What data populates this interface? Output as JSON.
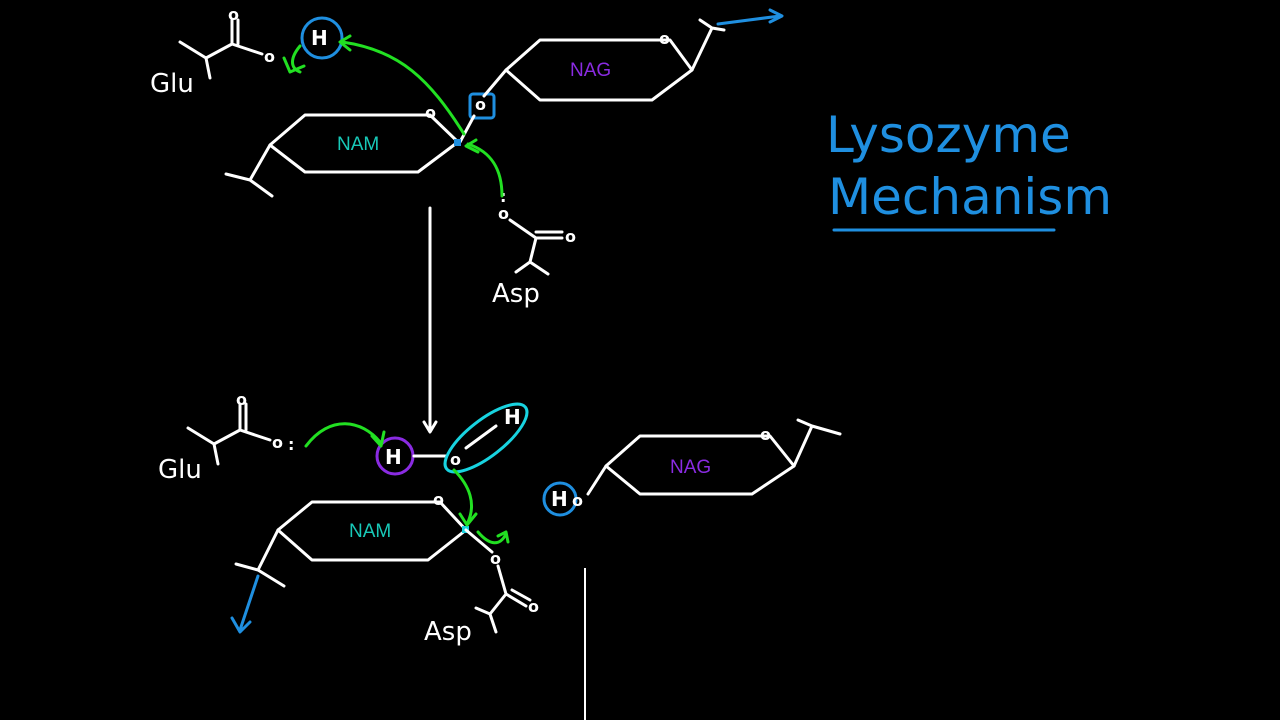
{
  "title": {
    "line1": "Lysozyme",
    "line2": "Mechanism",
    "color": "#1f8fe0"
  },
  "ring_labels": {
    "nag": "NAG",
    "nam": "NAM"
  },
  "residues": {
    "glu": "Glu",
    "asp": "Asp"
  },
  "atoms": {
    "oxygen": "o",
    "hydrogen": "H",
    "lone_pair": ":"
  },
  "colors": {
    "ink": "#ffffff",
    "arrow_green": "#22e022",
    "highlight_blue": "#1f8fe0",
    "highlight_purple": "#8a2be2",
    "highlight_cyan": "#18d3e0",
    "nag_label": "#8a2be2",
    "nam_label": "#18c9b8"
  }
}
